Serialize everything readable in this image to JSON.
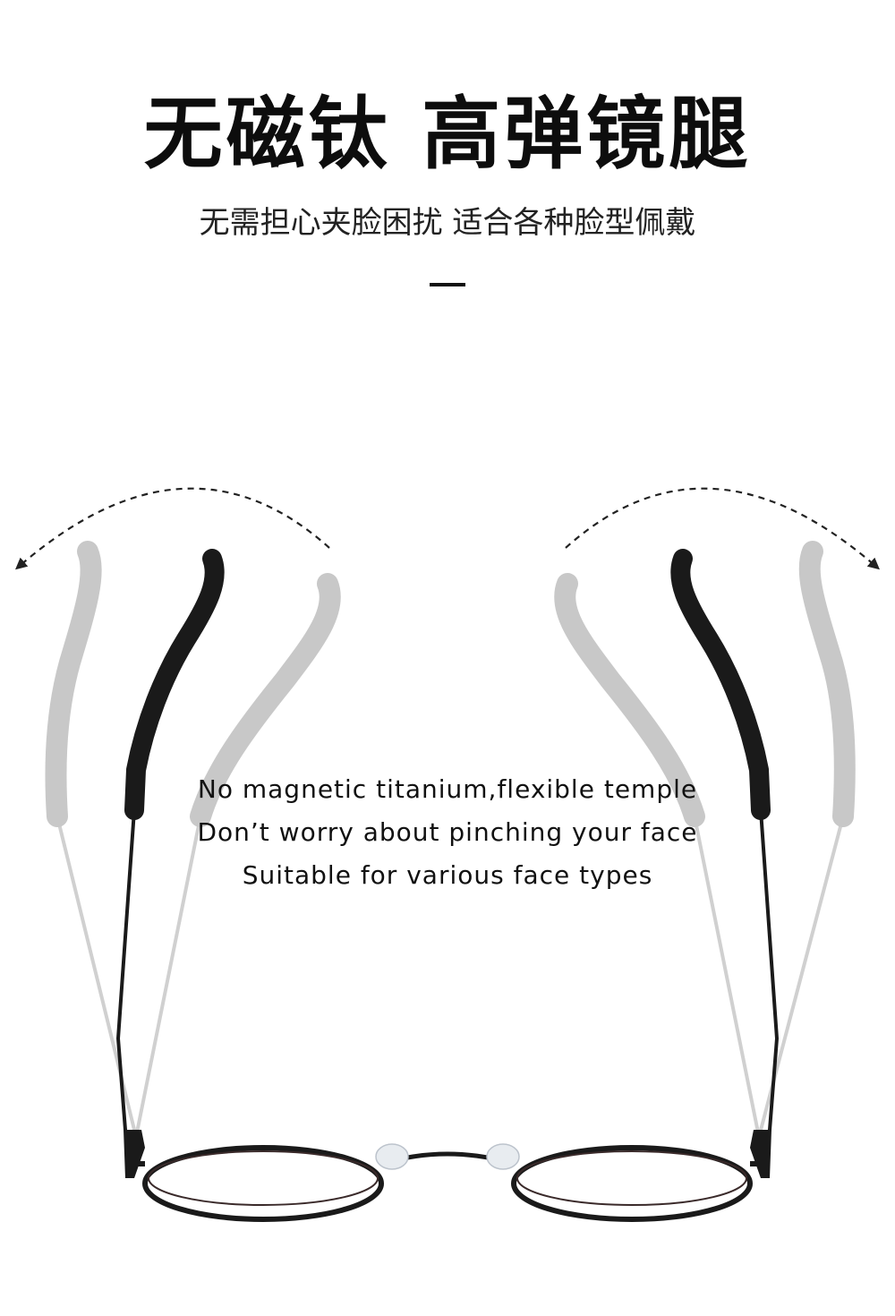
{
  "header": {
    "headline": "无磁钛 高弹镜腿",
    "subtitle": "无需担心夹脸困扰 适合各种脸型佩戴"
  },
  "feature_text": {
    "line1": "No magnetic titanium,flexible temple",
    "line2": "Don’t worry about pinching your face",
    "line3": "Suitable for various face types"
  },
  "colors": {
    "frame": "#1a1a1a",
    "ghost_temple": "#c4c4c4",
    "arrow": "#222222",
    "nose_pad": "#e8ecf0"
  },
  "icons": {
    "left_arrow": "curved-dashed-arrow-left",
    "right_arrow": "curved-dashed-arrow-right"
  }
}
